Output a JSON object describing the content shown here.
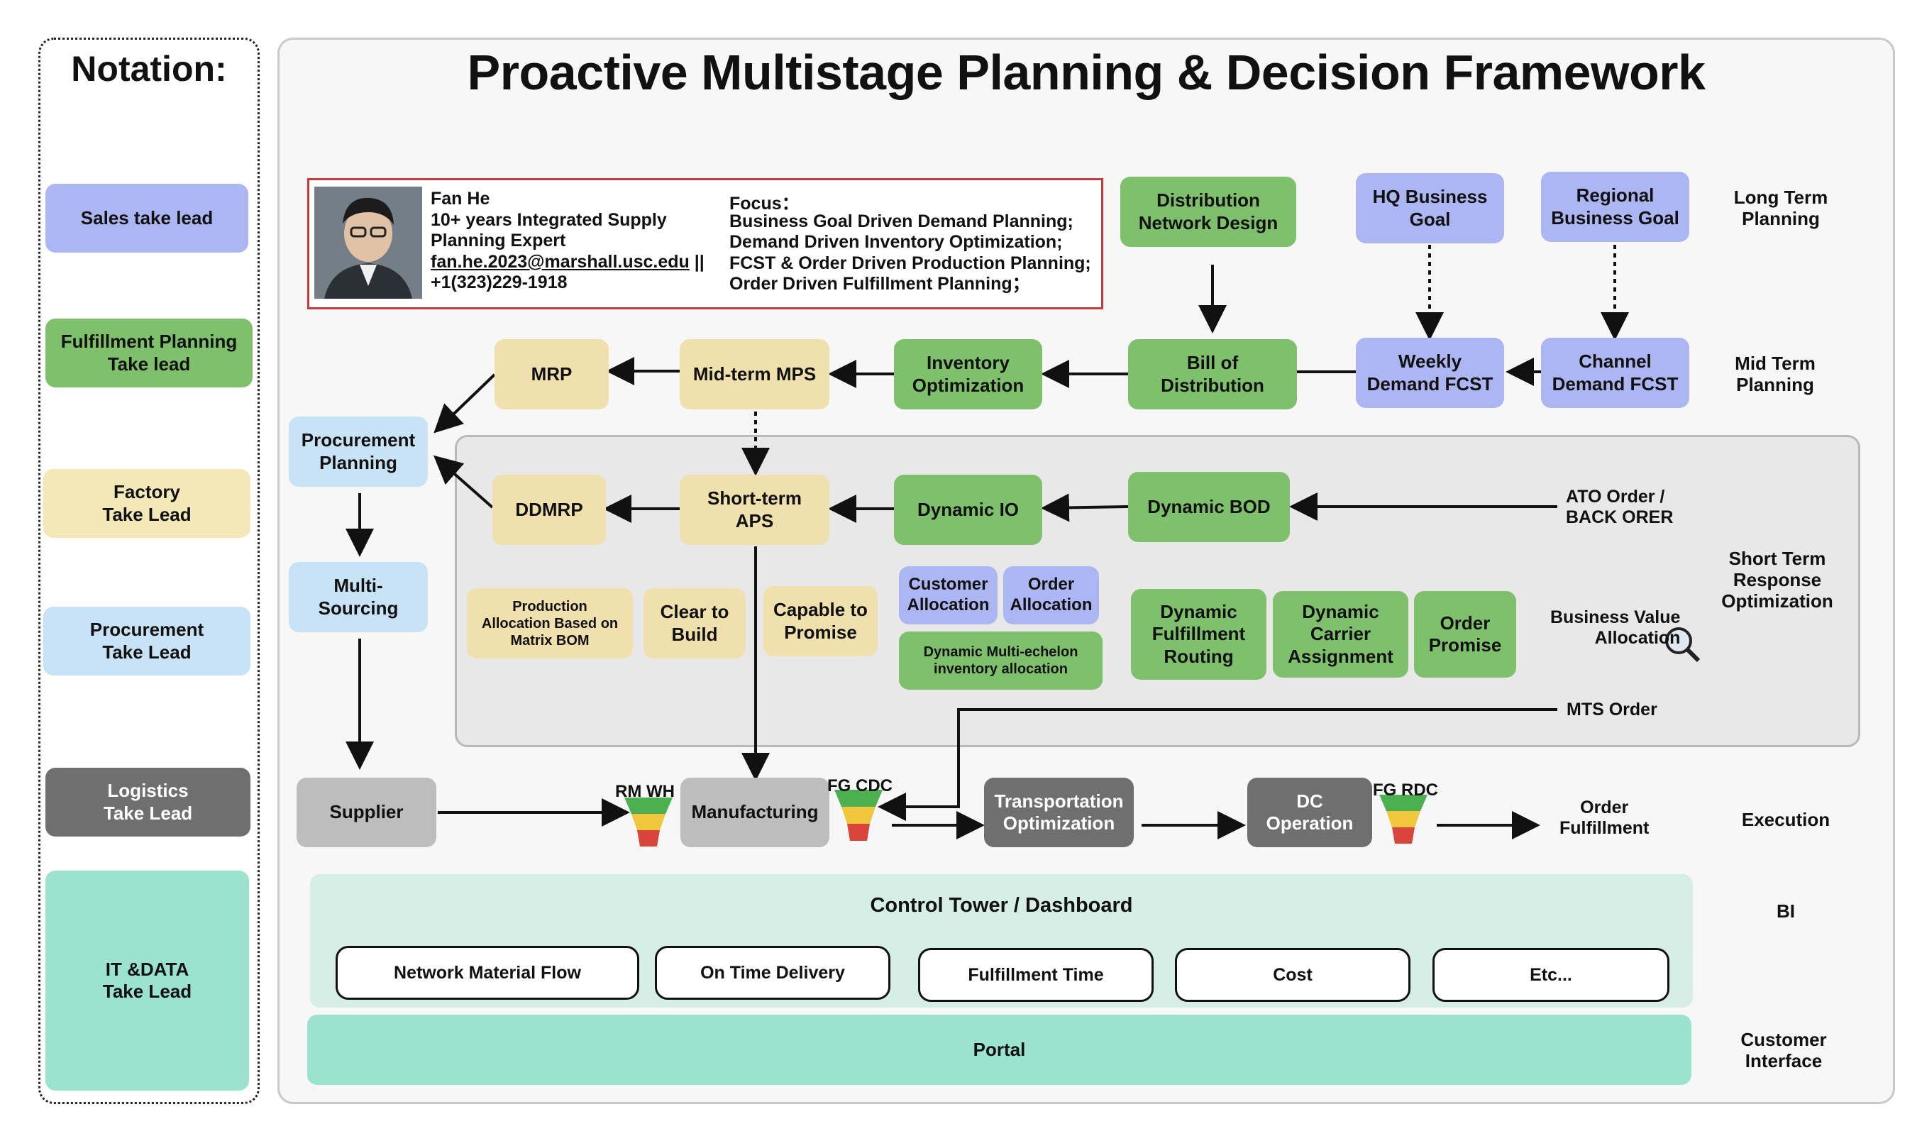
{
  "title": "Proactive Multistage Planning & Decision Framework",
  "notation": {
    "heading": "Notation:",
    "items": [
      {
        "label": "Sales take lead",
        "color": "#abb6f3"
      },
      {
        "label": "Fulfillment Planning\nTake lead",
        "color": "#7fc06d"
      },
      {
        "label": "Factory\nTake Lead",
        "color": "#f4e8b9"
      },
      {
        "label": "Procurement\nTake Lead",
        "color": "#c9e3f6"
      },
      {
        "label": "Logistics\nTake Lead",
        "color": "#6f6f6f"
      },
      {
        "label": "IT &DATA\nTake Lead",
        "color": "#9ce3cf"
      }
    ]
  },
  "profile": {
    "name": "Fan He",
    "headline": "10+ years Integrated Supply\nPlanning Expert",
    "email": "fan.he.2023@marshall.usc.edu",
    "separator": " ||",
    "phone": "+1(323)229-1918",
    "focus_title": "Focus：",
    "focus_items": [
      "Business Goal Driven Demand Planning;",
      "Demand Driven Inventory Optimization;",
      "FCST & Order Driven Production Planning;",
      "Order Driven Fulfillment Planning；"
    ]
  },
  "nodes": {
    "distribution_network_design": "Distribution\nNetwork Design",
    "hq_business_goal": "HQ Business\nGoal",
    "regional_business_goal": "Regional\nBusiness Goal",
    "mrp": "MRP",
    "mid_term_mps": "Mid-term MPS",
    "inventory_optimization": "Inventory\nOptimization",
    "bill_of_distribution": "Bill of\nDistribution",
    "weekly_demand_fcst": "Weekly\nDemand FCST",
    "channel_demand_fcst": "Channel\nDemand FCST",
    "procurement_planning": "Procurement\nPlanning",
    "ddmrp": "DDMRP",
    "short_term_aps": "Short-term\nAPS",
    "dynamic_io": "Dynamic IO",
    "dynamic_bod": "Dynamic BOD",
    "ato_order": "ATO Order /\nBACK ORER",
    "multi_sourcing": "Multi-\nSourcing",
    "production_allocation": "Production\nAllocation Based on\nMatrix BOM",
    "clear_to_build": "Clear to\nBuild",
    "capable_to_promise": "Capable to\nPromise",
    "customer_allocation": "Customer\nAllocation",
    "order_allocation": "Order\nAllocation",
    "dynamic_multi_echelon": "Dynamic Multi-echelon\ninventory allocation",
    "dynamic_fulfillment_routing": "Dynamic\nFulfillment\nRouting",
    "dynamic_carrier_assignment": "Dynamic\nCarrier\nAssignment",
    "order_promise": "Order\nPromise",
    "business_value_allocation": "Business Value\nAllocation",
    "mts_order": "MTS Order",
    "supplier": "Supplier",
    "rm_wh": "RM WH",
    "manufacturing": "Manufacturing",
    "fg_cdc": "FG CDC",
    "transportation_optimization": "Transportation\nOptimization",
    "dc_operation": "DC\nOperation",
    "fg_rdc": "FG RDC",
    "order_fulfillment": "Order\nFulfillment"
  },
  "control_tower": {
    "title": "Control Tower / Dashboard",
    "kpis": [
      "Network Material Flow",
      "On Time Delivery",
      "Fulfillment Time",
      "Cost",
      "Etc..."
    ]
  },
  "portal": "Portal",
  "horizons": {
    "long_term": "Long Term\nPlanning",
    "mid_term": "Mid Term\nPlanning",
    "short_term": "Short Term\nResponse\nOptimization",
    "execution": "Execution",
    "bi": "BI",
    "customer_interface": "Customer\nInterface"
  },
  "colors": {
    "sales": "#abb6f3",
    "fulfillment": "#7fc06d",
    "factory": "#efe0ad",
    "procurement": "#c9e3f6",
    "logistics": "#6f6f6f",
    "it_data": "#9ce3cf"
  },
  "icons": [
    "magnifier-icon",
    "inventory-funnel-icon",
    "profile-photo"
  ]
}
